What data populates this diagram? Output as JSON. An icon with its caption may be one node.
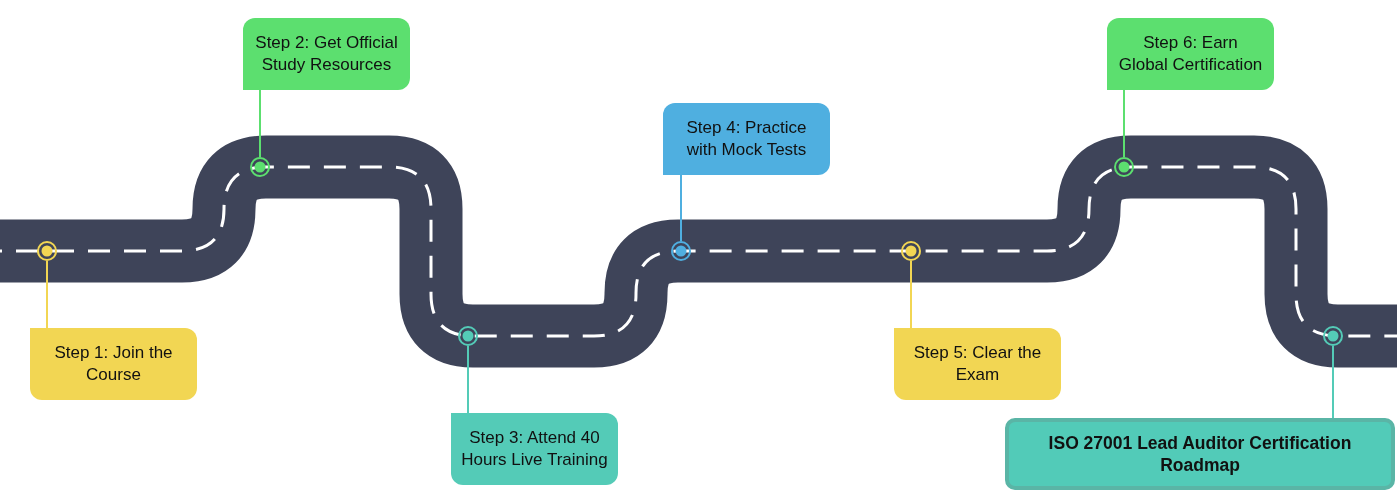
{
  "diagram": {
    "nodes": [
      {
        "text": [
          "Step 1: Join the Course"
        ]
      },
      {
        "text": [
          "Step 2: Get Official Study Resources"
        ]
      },
      {
        "text": [
          "Step 3: Attend 40 Hours Live Training"
        ]
      },
      {
        "text": [
          "Step 4: Practice with Mock Tests"
        ]
      },
      {
        "text": [
          "Step 5: Clear the Exam"
        ]
      },
      {
        "text": [
          "Step 6: Earn Global Certification"
        ]
      },
      {
        "text": [
          "ISO 27001 Lead Auditor Certification Roadmap"
        ]
      },
      {
        "text": [],
        "shape": "circle"
      },
      {
        "text": [],
        "shape": "circle"
      },
      {
        "text": [],
        "shape": "circle"
      },
      {
        "text": [],
        "shape": "circle"
      },
      {
        "text": [],
        "shape": "circle"
      },
      {
        "text": [],
        "shape": "circle"
      },
      {
        "text": [],
        "shape": "circle"
      }
    ],
    "edges": [
      {
        "from": 0,
        "to": 7,
        "arrow": "none",
        "color": "#f2d653"
      },
      {
        "from": 1,
        "to": 8,
        "arrow": "none",
        "color": "#5cdf6f"
      },
      {
        "from": 2,
        "to": 9,
        "arrow": "none",
        "color": "#54cbb7"
      },
      {
        "from": 3,
        "to": 10,
        "arrow": "none",
        "color": "#4fafe0"
      },
      {
        "from": 4,
        "to": 11,
        "arrow": "none",
        "color": "#f2d653"
      },
      {
        "from": 5,
        "to": 12,
        "arrow": "none",
        "color": "#5cdf6f"
      },
      {
        "from": 6,
        "to": 13,
        "arrow": "none",
        "color": "#54cbb7"
      }
    ]
  }
}
